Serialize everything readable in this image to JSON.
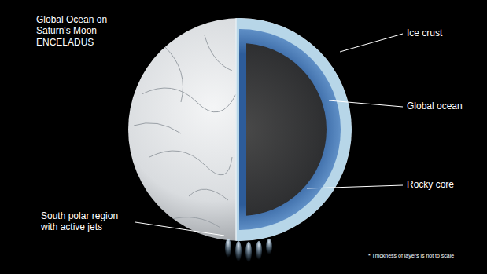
{
  "diagram": {
    "title": "Global Ocean on Saturn's Moon ENCELADUS",
    "labels": [
      "Ice crust",
      "Global ocean",
      "Rocky core",
      "South polar region with active jets",
      "* Thickness of layers is not to scale"
    ]
  }
}
